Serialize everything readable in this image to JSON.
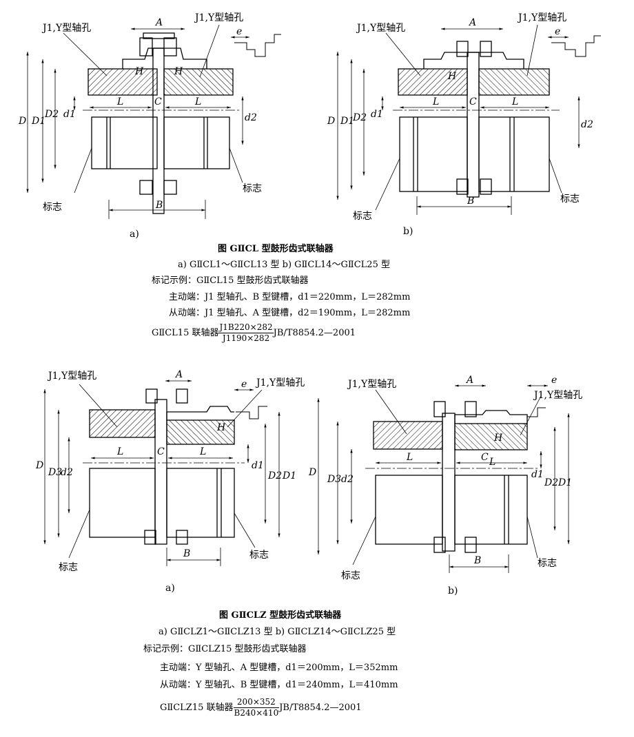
{
  "top": {
    "left": {
      "label_bore_left": "J1,Y型轴孔",
      "label_bore_right": "J1,Y型轴孔",
      "dim_A": "A",
      "dim_e": "e",
      "dim_H_left": "H",
      "dim_H_right": "H",
      "dim_L_left": "L",
      "dim_C": "C",
      "dim_L_right": "L",
      "dim_B": "B",
      "dim_D": "D",
      "dim_D1": "D1",
      "dim_D2": "D2",
      "dim_d1": "d1",
      "dim_d2": "d2",
      "mark_left": "标志",
      "mark_right": "标志",
      "sub_letter": "a)"
    },
    "right": {
      "label_bore_left": "J1,Y型轴孔",
      "label_bore_right": "J1,Y型轴孔",
      "dim_A": "A",
      "dim_e": "e",
      "dim_H": "H",
      "dim_L_left": "L",
      "dim_C": "C",
      "dim_L_right": "L",
      "dim_B": "B",
      "dim_D": "D",
      "dim_D1": "D1",
      "dim_D2": "D2",
      "dim_d1": "d1",
      "dim_d2": "d2",
      "mark_left": "标志",
      "mark_right": "标志",
      "sub_letter": "b)"
    },
    "caption": {
      "title": "图 GⅡCL 型鼓形齿式联轴器",
      "subtitle": "a) GⅡCL1～GⅡCL13 型   b) GⅡCL14～GⅡCL25 型",
      "example_head": "标记示例：GⅡCL15 型鼓形齿式联轴器",
      "drive_end": "主动端：J1 型轴孔、B 型键槽，d1＝220mm，L＝282mm",
      "driven_end": "从动端：J1 型轴孔、A 型键槽，d2＝190mm，L＝282mm",
      "formula_prefix": "GⅡCL15 联轴器",
      "formula_num": "J1B220×282",
      "formula_den": "J1190×282",
      "formula_suffix": "JB/T8854.2—2001"
    }
  },
  "bottom": {
    "left": {
      "label_bore_left": "J1,Y型轴孔",
      "label_bore_right": "J1,Y型轴孔",
      "dim_A": "A",
      "dim_e": "e",
      "dim_H": "H",
      "dim_L_left": "L",
      "dim_C": "C",
      "dim_L_right": "L",
      "dim_B": "B",
      "dim_D": "D",
      "dim_D3": "D3",
      "dim_d2": "d2",
      "dim_d1": "d1",
      "dim_D2": "D2",
      "dim_D1": "D1",
      "mark_left": "标志",
      "mark_right": "标志",
      "sub_letter": "a)"
    },
    "right": {
      "label_bore_left": "J1,Y型轴孔",
      "label_bore_right": "J1,Y型轴孔",
      "dim_A": "A",
      "dim_e": "e",
      "dim_H": "H",
      "dim_L_left": "L",
      "dim_C": "C",
      "dim_L_right": "L",
      "dim_B": "B",
      "dim_D": "D",
      "dim_D3": "D3",
      "dim_d2": "d2",
      "dim_d1": "d1",
      "dim_D2": "D2",
      "dim_D1": "D1",
      "mark_left": "标志",
      "mark_right": "标志",
      "sub_letter": "b)"
    },
    "caption": {
      "title": "图 GⅡCLZ 型鼓形齿式联轴器",
      "subtitle": "a) GⅡCLZ1～GⅡCLZ13 型   b) GⅡCLZ14～GⅡCLZ25 型",
      "example_head": "标记示例：GⅡCLZ15 型鼓形齿式联轴器",
      "drive_end": "主动端：Y 型轴孔、A 型键槽，d1＝200mm，L＝352mm",
      "driven_end": "从动端：Y 型轴孔、B 型键槽，d1＝240mm，L＝410mm",
      "formula_prefix": "GⅡCLZ15 联轴器",
      "formula_num": "200×352",
      "formula_den": "B240×410",
      "formula_suffix": "JB/T8854.2—2001"
    }
  }
}
